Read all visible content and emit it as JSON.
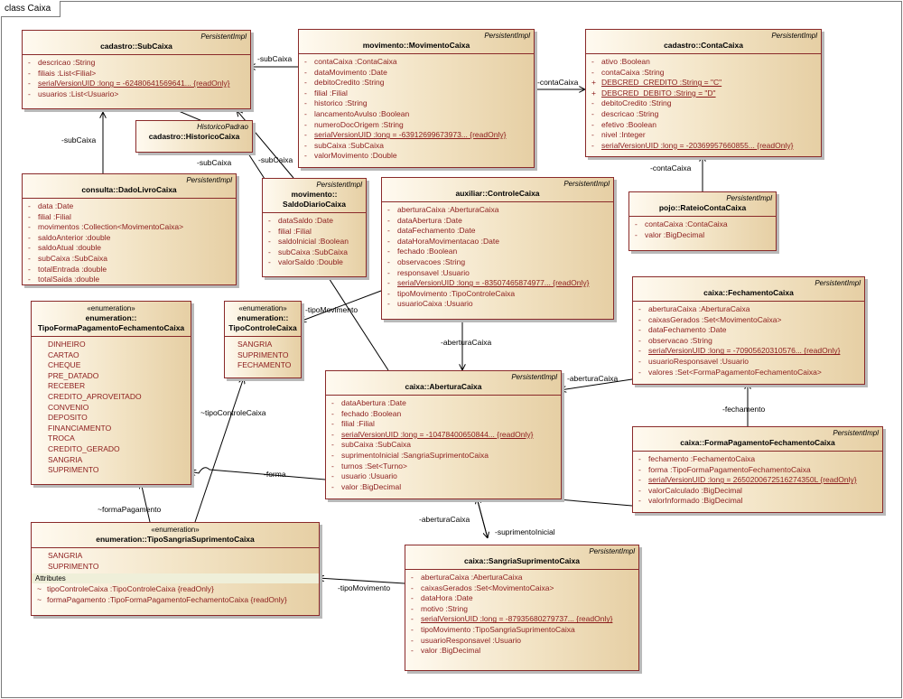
{
  "frame_title": "class Caixa",
  "classes": {
    "subcaixa": {
      "stereotype": "PersistentImpl",
      "name": "cadastro::SubCaixa",
      "attributes": [
        {
          "vis": "-",
          "text": "descricao  :String",
          "static": false
        },
        {
          "vis": "-",
          "text": "filiais  :List<Filial>",
          "static": false
        },
        {
          "vis": "-",
          "text": "serialVersionUID  :long = -62480641569641... {readOnly}",
          "static": true
        },
        {
          "vis": "-",
          "text": "usuarios  :List<Usuario>",
          "static": false
        }
      ]
    },
    "movimento": {
      "stereotype": "PersistentImpl",
      "name": "movimento::MovimentoCaixa",
      "attributes": [
        {
          "vis": "-",
          "text": "contaCaixa  :ContaCaixa",
          "static": false
        },
        {
          "vis": "-",
          "text": "dataMovimento  :Date",
          "static": false
        },
        {
          "vis": "-",
          "text": "debitoCredito  :String",
          "static": false
        },
        {
          "vis": "-",
          "text": "filial  :Filial",
          "static": false
        },
        {
          "vis": "-",
          "text": "historico  :String",
          "static": false
        },
        {
          "vis": "-",
          "text": "lancamentoAvulso  :Boolean",
          "static": false
        },
        {
          "vis": "-",
          "text": "numeroDocOrigem  :String",
          "static": false
        },
        {
          "vis": "-",
          "text": "serialVersionUID  :long = -63912699673973... {readOnly}",
          "static": true
        },
        {
          "vis": "-",
          "text": "subCaixa  :SubCaixa",
          "static": false
        },
        {
          "vis": "-",
          "text": "valorMovimento  :Double",
          "static": false
        }
      ]
    },
    "contacaixa": {
      "stereotype": "PersistentImpl",
      "name": "cadastro::ContaCaixa",
      "attributes": [
        {
          "vis": "-",
          "text": "ativo  :Boolean",
          "static": false
        },
        {
          "vis": "-",
          "text": "contaCaixa  :String",
          "static": false
        },
        {
          "vis": "+",
          "text": "DEBCRED_CREDITO  :String = \"C\"",
          "static": true
        },
        {
          "vis": "+",
          "text": "DEBCRED_DEBITO  :String = \"D\"",
          "static": true
        },
        {
          "vis": "-",
          "text": "debitoCredito  :String",
          "static": false
        },
        {
          "vis": "-",
          "text": "descricao  :String",
          "static": false
        },
        {
          "vis": "-",
          "text": "efetivo  :Boolean",
          "static": false
        },
        {
          "vis": "-",
          "text": "nivel  :Integer",
          "static": false
        },
        {
          "vis": "-",
          "text": "serialVersionUID  :long = -20369957660855... {readOnly}",
          "static": true
        }
      ]
    },
    "historico": {
      "stereotype": "HistoricoPadrao",
      "name": "cadastro::HistoricoCaixa",
      "attributes": []
    },
    "dadolivro": {
      "stereotype": "PersistentImpl",
      "name": "consulta::DadoLivroCaixa",
      "attributes": [
        {
          "vis": "-",
          "text": "data  :Date",
          "static": false
        },
        {
          "vis": "-",
          "text": "filial  :Filial",
          "static": false
        },
        {
          "vis": "-",
          "text": "movimentos  :Collection<MovimentoCaixa>",
          "static": false
        },
        {
          "vis": "-",
          "text": "saldoAnterior  :double",
          "static": false
        },
        {
          "vis": "-",
          "text": "saldoAtual  :double",
          "static": false
        },
        {
          "vis": "-",
          "text": "subCaixa  :SubCaixa",
          "static": false
        },
        {
          "vis": "-",
          "text": "totalEntrada  :double",
          "static": false
        },
        {
          "vis": "-",
          "text": "totalSaida  :double",
          "static": false
        }
      ]
    },
    "saldodiario": {
      "stereotype": "PersistentImpl",
      "name_line1": "movimento::",
      "name_line2": "SaldoDiarioCaixa",
      "attributes": [
        {
          "vis": "-",
          "text": "dataSaldo  :Date",
          "static": false
        },
        {
          "vis": "-",
          "text": "filial  :Filial",
          "static": false
        },
        {
          "vis": "-",
          "text": "saldoInicial  :Boolean",
          "static": false
        },
        {
          "vis": "-",
          "text": "subCaixa  :SubCaixa",
          "static": false
        },
        {
          "vis": "-",
          "text": "valorSaldo  :Double",
          "static": false
        }
      ]
    },
    "controle": {
      "stereotype": "PersistentImpl",
      "name": "auxiliar::ControleCaixa",
      "attributes": [
        {
          "vis": "-",
          "text": "aberturaCaixa  :AberturaCaixa",
          "static": false
        },
        {
          "vis": "-",
          "text": "dataAbertura  :Date",
          "static": false
        },
        {
          "vis": "-",
          "text": "dataFechamento  :Date",
          "static": false
        },
        {
          "vis": "-",
          "text": "dataHoraMovimentacao  :Date",
          "static": false
        },
        {
          "vis": "-",
          "text": "fechado  :Boolean",
          "static": false
        },
        {
          "vis": "-",
          "text": "observacoes  :String",
          "static": false
        },
        {
          "vis": "-",
          "text": "responsavel  :Usuario",
          "static": false
        },
        {
          "vis": "-",
          "text": "serialVersionUID  :long = -83507465874977... {readOnly}",
          "static": true
        },
        {
          "vis": "-",
          "text": "tipoMovimento  :TipoControleCaixa",
          "static": false
        },
        {
          "vis": "-",
          "text": "usuarioCaixa  :Usuario",
          "static": false
        }
      ]
    },
    "rateio": {
      "stereotype": "PersistentImpl",
      "name": "pojo::RateioContaCaixa",
      "attributes": [
        {
          "vis": "-",
          "text": "contaCaixa  :ContaCaixa",
          "static": false
        },
        {
          "vis": "-",
          "text": "valor  :BigDecimal",
          "static": false
        }
      ]
    },
    "fechamento": {
      "stereotype": "PersistentImpl",
      "name": "caixa::FechamentoCaixa",
      "attributes": [
        {
          "vis": "-",
          "text": "aberturaCaixa  :AberturaCaixa",
          "static": false
        },
        {
          "vis": "-",
          "text": "caixasGerados  :Set<MovimentoCaixa>",
          "static": false
        },
        {
          "vis": "-",
          "text": "dataFechamento  :Date",
          "static": false
        },
        {
          "vis": "-",
          "text": "observacao  :String",
          "static": false
        },
        {
          "vis": "-",
          "text": "serialVersionUID  :long = -70905620310576... {readOnly}",
          "static": true
        },
        {
          "vis": "-",
          "text": "usuarioResponsavel  :Usuario",
          "static": false
        },
        {
          "vis": "-",
          "text": "valores  :Set<FormaPagamentoFechamentoCaixa>",
          "static": false
        }
      ]
    },
    "tipoforma": {
      "stereotype": "«enumeration»",
      "name_line1": "enumeration::",
      "name_line2": "TipoFormaPagamentoFechamentoCaixa",
      "literals": [
        "DINHEIRO",
        "CARTAO",
        "CHEQUE",
        "PRE_DATADO",
        "RECEBER",
        "CREDITO_APROVEITADO",
        "CONVENIO",
        "DEPOSITO",
        "FINANCIAMENTO",
        "TROCA",
        "CREDITO_GERADO",
        "SANGRIA",
        "SUPRIMENTO"
      ]
    },
    "tipocontrole": {
      "stereotype": "«enumeration»",
      "name_line1": "enumeration::",
      "name_line2": "TipoControleCaixa",
      "literals": [
        "SANGRIA",
        "SUPRIMENTO",
        "FECHAMENTO"
      ]
    },
    "abertura": {
      "stereotype": "PersistentImpl",
      "name": "caixa::AberturaCaixa",
      "attributes": [
        {
          "vis": "-",
          "text": "dataAbertura  :Date",
          "static": false
        },
        {
          "vis": "-",
          "text": "fechado  :Boolean",
          "static": false
        },
        {
          "vis": "-",
          "text": "filial  :Filial",
          "static": false
        },
        {
          "vis": "-",
          "text": "serialVersionUID  :long = -10478400650844... {readOnly}",
          "static": true
        },
        {
          "vis": "-",
          "text": "subCaixa  :SubCaixa",
          "static": false
        },
        {
          "vis": "-",
          "text": "suprimentoInicial  :SangriaSuprimentoCaixa",
          "static": false
        },
        {
          "vis": "-",
          "text": "turnos  :Set<Turno>",
          "static": false
        },
        {
          "vis": "-",
          "text": "usuario  :Usuario",
          "static": false
        },
        {
          "vis": "-",
          "text": "valor  :BigDecimal",
          "static": false
        }
      ]
    },
    "formapag": {
      "stereotype": "PersistentImpl",
      "name": "caixa::FormaPagamentoFechamentoCaixa",
      "attributes": [
        {
          "vis": "-",
          "text": "fechamento  :FechamentoCaixa",
          "static": false
        },
        {
          "vis": "-",
          "text": "forma  :TipoFormaPagamentoFechamentoCaixa",
          "static": false
        },
        {
          "vis": "-",
          "text": "serialVersionUID  :long = 2650200672516274350L {readOnly}",
          "static": true
        },
        {
          "vis": "-",
          "text": "valorCalculado  :BigDecimal",
          "static": false
        },
        {
          "vis": "-",
          "text": "valorInformado  :BigDecimal",
          "static": false
        }
      ]
    },
    "tiposangria": {
      "stereotype": "«enumeration»",
      "name": "enumeration::TipoSangriaSuprimentoCaixa",
      "literals": [
        "SANGRIA",
        "SUPRIMENTO"
      ],
      "section_title": "Attributes",
      "attributes": [
        {
          "vis": "~",
          "text": "tipoControleCaixa  :TipoControleCaixa {readOnly}",
          "static": false
        },
        {
          "vis": "~",
          "text": "formaPagamento  :TipoFormaPagamentoFechamentoCaixa {readOnly}",
          "static": false
        }
      ]
    },
    "sangria": {
      "stereotype": "PersistentImpl",
      "name": "caixa::SangriaSuprimentoCaixa",
      "attributes": [
        {
          "vis": "-",
          "text": "aberturaCaixa  :AberturaCaixa",
          "static": false
        },
        {
          "vis": "-",
          "text": "caixasGerados  :Set<MovimentoCaixa>",
          "static": false
        },
        {
          "vis": "-",
          "text": "dataHora  :Date",
          "static": false
        },
        {
          "vis": "-",
          "text": "motivo  :String",
          "static": false
        },
        {
          "vis": "-",
          "text": "serialVersionUID  :long = -87935680279737... {readOnly}",
          "static": true
        },
        {
          "vis": "-",
          "text": "tipoMovimento  :TipoSangriaSuprimentoCaixa",
          "static": false
        },
        {
          "vis": "-",
          "text": "usuarioResponsavel  :Usuario",
          "static": false
        },
        {
          "vis": "-",
          "text": "valor  :BigDecimal",
          "static": false
        }
      ]
    }
  },
  "labels": {
    "mov_subcaixa": "-subCaixa",
    "mov_contacaixa": "-contaCaixa",
    "dado_subcaixa": "-subCaixa",
    "abert_subcaixa": "-subCaixa",
    "saldo_subcaixa": "-subCaixa",
    "rateio_contacaixa": "-contaCaixa",
    "controle_tipo": "-tipoMovimento",
    "controle_abertura": "-aberturaCaixa",
    "fech_abertura": "-aberturaCaixa",
    "forma_fechamento": "-fechamento",
    "forma_forma": "-forma",
    "tiposangria_controle": "~tipoControleCaixa",
    "tiposangria_forma": "~formaPagamento",
    "sangria_abertura": "-aberturaCaixa",
    "abert_suprimento": "-suprimentoInicial",
    "sangria_tipo": "-tipoMovimento"
  }
}
